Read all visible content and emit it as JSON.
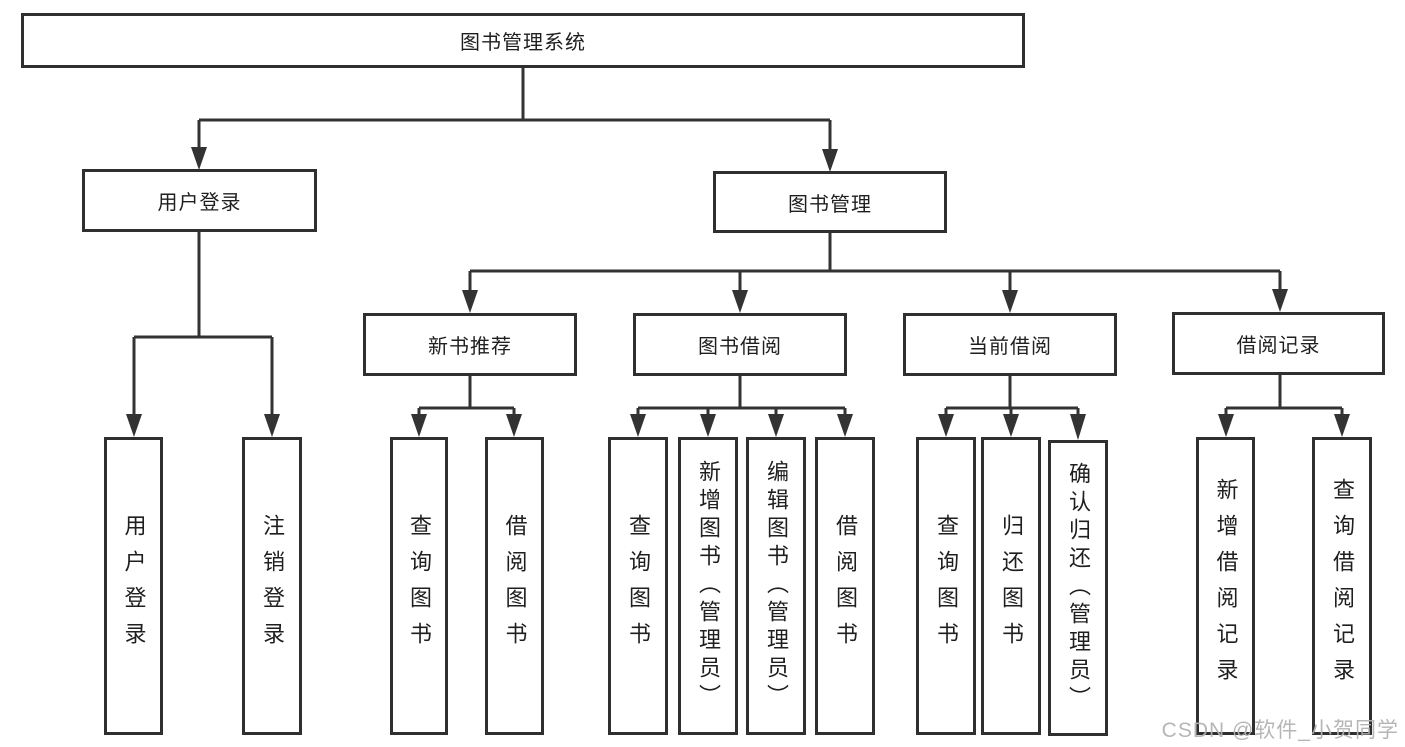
{
  "diagram_title": "图书管理系统",
  "tree": {
    "root": {
      "label": "图书管理系统"
    },
    "level2": [
      {
        "label": "用户登录",
        "children": [
          {
            "label": "用户登录"
          },
          {
            "label": "注销登录"
          }
        ]
      },
      {
        "label": "图书管理",
        "children": [
          {
            "label": "新书推荐",
            "children": [
              {
                "label": "查询图书"
              },
              {
                "label": "借阅图书"
              }
            ]
          },
          {
            "label": "图书借阅",
            "children": [
              {
                "label": "查询图书"
              },
              {
                "label": "新增图书（管理员）"
              },
              {
                "label": "编辑图书（管理员）"
              },
              {
                "label": "借阅图书"
              }
            ]
          },
          {
            "label": "当前借阅",
            "children": [
              {
                "label": "查询图书"
              },
              {
                "label": "归还图书"
              },
              {
                "label": "确认归还（管理员）"
              }
            ]
          },
          {
            "label": "借阅记录",
            "children": [
              {
                "label": "新增借阅记录"
              },
              {
                "label": "查询借阅记录"
              }
            ]
          }
        ]
      }
    ]
  },
  "watermark": {
    "text": "CSDN @软件_小贺同学"
  },
  "colors": {
    "line": "#333333",
    "node_border": "#2f2f2f",
    "text": "#1f1f1f",
    "background": "#ffffff",
    "watermark": "#b2b2b2"
  }
}
